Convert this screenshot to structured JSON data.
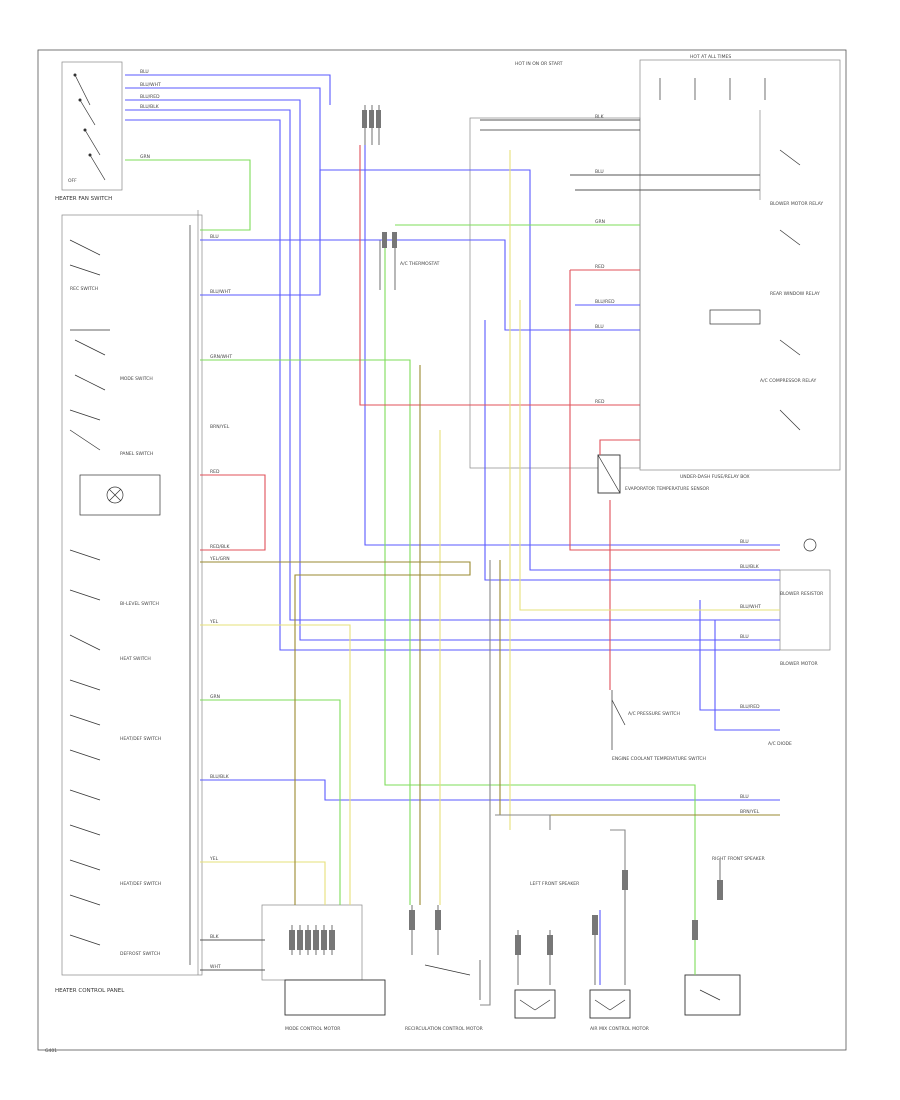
{
  "diagram": {
    "title": "",
    "footer_code": "",
    "colors": {
      "blue": "#5a5aff",
      "green": "#7ddc5a",
      "red": "#e0505a",
      "yellow": "#e6e07a",
      "olive": "#9a8a30",
      "black": "#333333",
      "gray": "#888888"
    },
    "labels": {
      "heater_control_panel": "HEATER CONTROL PANEL",
      "heater_fan_switch": "HEATER FAN SWITCH",
      "rec_switch": "REC SWITCH",
      "mode_switch": "MODE SWITCH",
      "panel_switch": "PANEL SWITCH",
      "bi_level_switch": "BI-LEVEL SWITCH",
      "heat_switch": "HEAT SWITCH",
      "heat_def_switch": "HEAT/DEF SWITCH",
      "defrost_switch": "DEFROST SWITCH",
      "blower_motor_relay": "BLOWER MOTOR RELAY",
      "rear_window_relay": "REAR WINDOW RELAY",
      "a_c_compressor_relay": "A/C COMPRESSOR RELAY",
      "under_dash_fuse_relay_box": "UNDER-DASH FUSE/RELAY BOX",
      "blower_motor": "BLOWER MOTOR",
      "blower_resistor": "BLOWER RESISTOR",
      "a_c_pressure_switch": "A/C PRESSURE SWITCH",
      "a_c_thermostat": "A/C THERMOSTAT",
      "mode_control_motor": "MODE CONTROL MOTOR",
      "recirc_control_motor": "RECIRCULATION CONTROL MOTOR",
      "air_mix_control_motor": "AIR MIX CONTROL MOTOR",
      "evaporator_temp_sensor": "EVAPORATOR TEMPERATURE SENSOR",
      "engine_coolant_switch": "ENGINE COOLANT TEMPERATURE SWITCH",
      "a_c_diode": "A/C DIODE",
      "left_front_speaker": "LEFT FRONT SPEAKER",
      "right_front_speaker": "RIGHT FRONT SPEAKER",
      "ground": "G401",
      "hot_at_all_times": "HOT AT ALL TIMES",
      "hot_in_run": "HOT IN ON OR START"
    },
    "wire_labels": {
      "blu": "BLU",
      "grn": "GRN",
      "red": "RED",
      "yel": "YEL",
      "blk": "BLK",
      "blu_wht": "BLU/WHT",
      "blu_red": "BLU/RED",
      "blu_blk": "BLU/BLK",
      "grn_wht": "GRN/WHT",
      "red_blk": "RED/BLK",
      "yel_grn": "YEL/GRN",
      "brn_yel": "BRN/YEL",
      "wht": "WHT"
    }
  }
}
